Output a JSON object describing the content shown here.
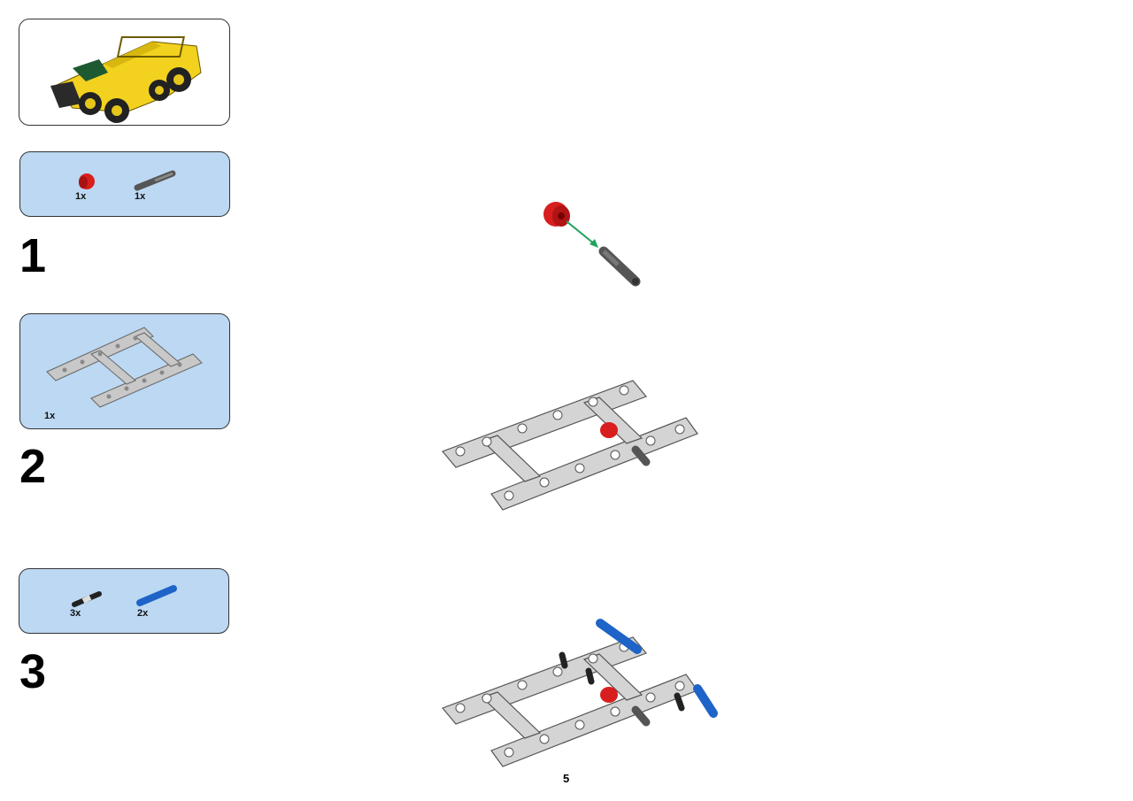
{
  "document": {
    "page_number": "5"
  },
  "steps": [
    {
      "number": "1",
      "parts": [
        {
          "name": "red-bush",
          "qty": "1x",
          "color": "#d81e1e"
        },
        {
          "name": "dark-axle-pin",
          "qty": "1x",
          "color": "#555555"
        }
      ]
    },
    {
      "number": "2",
      "parts": [
        {
          "name": "gray-h-frame",
          "qty": "1x",
          "color": "#c8c8c8"
        }
      ]
    },
    {
      "number": "3",
      "parts": [
        {
          "name": "black-friction-pin",
          "qty": "3x",
          "color": "#222222"
        },
        {
          "name": "blue-axle-pin",
          "qty": "2x",
          "color": "#1e63c8"
        }
      ]
    }
  ],
  "colors": {
    "parts_panel_bg": "#bcd8f2",
    "arrow": "#1fa35c",
    "model_yellow": "#f2d21e"
  }
}
